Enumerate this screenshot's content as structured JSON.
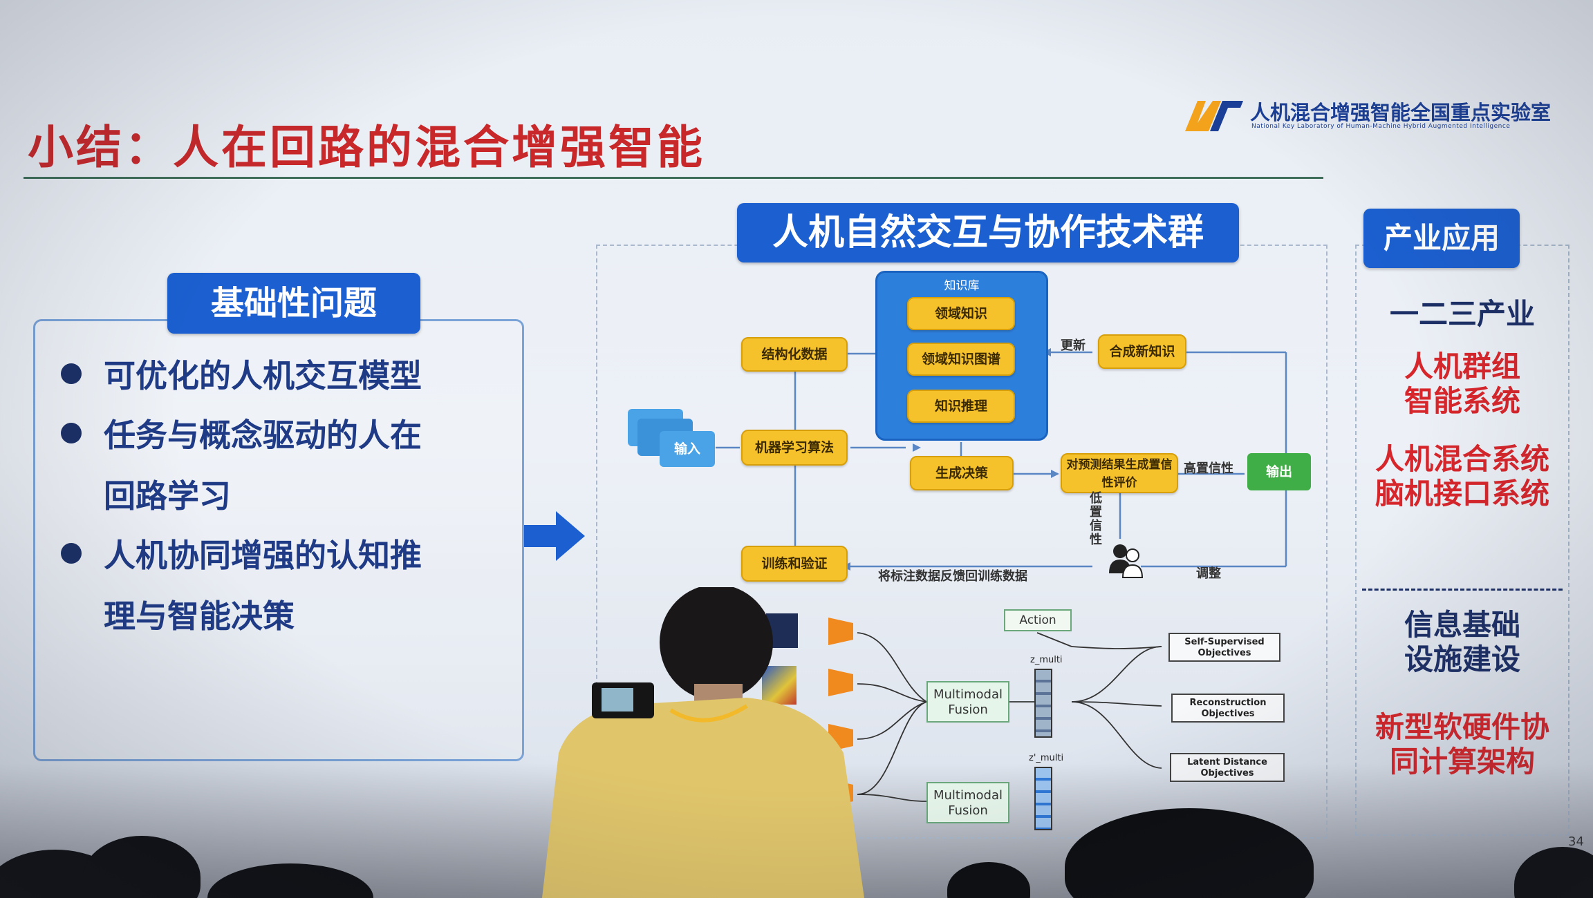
{
  "slide": {
    "title": "小结：人在回路的混合增强智能",
    "logo": {
      "name": "人机混合增强智能全国重点实验室",
      "subtitle": "National Key Laboratory of Human-Machine Hybrid Augmented Intelligence"
    },
    "left_panel": {
      "heading": "基础性问题",
      "bullets": [
        {
          "line1": "可优化的人机交互模型",
          "line2": ""
        },
        {
          "line1": "任务与概念驱动的人在",
          "line2": "回路学习"
        },
        {
          "line1": "人机协同增强的认知推",
          "line2": "理与智能决策"
        }
      ]
    },
    "middle_panel": {
      "heading": "人机自然交互与协作技术群",
      "knowledge_base": {
        "title": "知识库",
        "items": [
          "领域知识",
          "领域知识图谱",
          "知识推理"
        ]
      },
      "nodes": {
        "structured_data": "结构化数据",
        "ml_algorithm": "机器学习算法",
        "train_validate": "训练和验证",
        "input": "输入",
        "generate_decision": "生成决策",
        "new_knowledge": "合成新知识",
        "confidence": "对预测结果生成置信性评价",
        "output": "输出"
      },
      "labels": {
        "update": "更新",
        "high_conf": "高置信性",
        "low_conf": "低置信性",
        "feedback": "将标注数据反馈回训练数据",
        "adjust": "调整"
      },
      "multimodal": {
        "action": "Action",
        "fusion_top": "Multimodal Fusion",
        "fusion_bottom": "Multimodal Fusion",
        "z_top": "z_multi",
        "z_bottom": "z'_multi",
        "objectives": [
          "Self-Supervised Objectives",
          "Reconstruction Objectives",
          "Latent Distance Objectives"
        ]
      }
    },
    "right_panel": {
      "heading": "产业应用",
      "items": [
        {
          "text": "一二三产业",
          "style": "dark"
        },
        {
          "text": "人机群组\n智能系统",
          "style": "red"
        },
        {
          "text": "人机混合系统\n脑机接口系统",
          "style": "red"
        },
        {
          "text": "信息基础\n设施建设",
          "style": "dark"
        },
        {
          "text": "新型软硬件协\n同计算架构",
          "style": "red"
        }
      ]
    },
    "page_number": "34"
  },
  "colors": {
    "title_red": "#c8282a",
    "pill_blue": "#1b5fd0",
    "navy_text": "#1f3b86",
    "yellow_box": "#f6c22c",
    "green_box": "#3fae46",
    "kb_blue": "#2d7fdc"
  }
}
